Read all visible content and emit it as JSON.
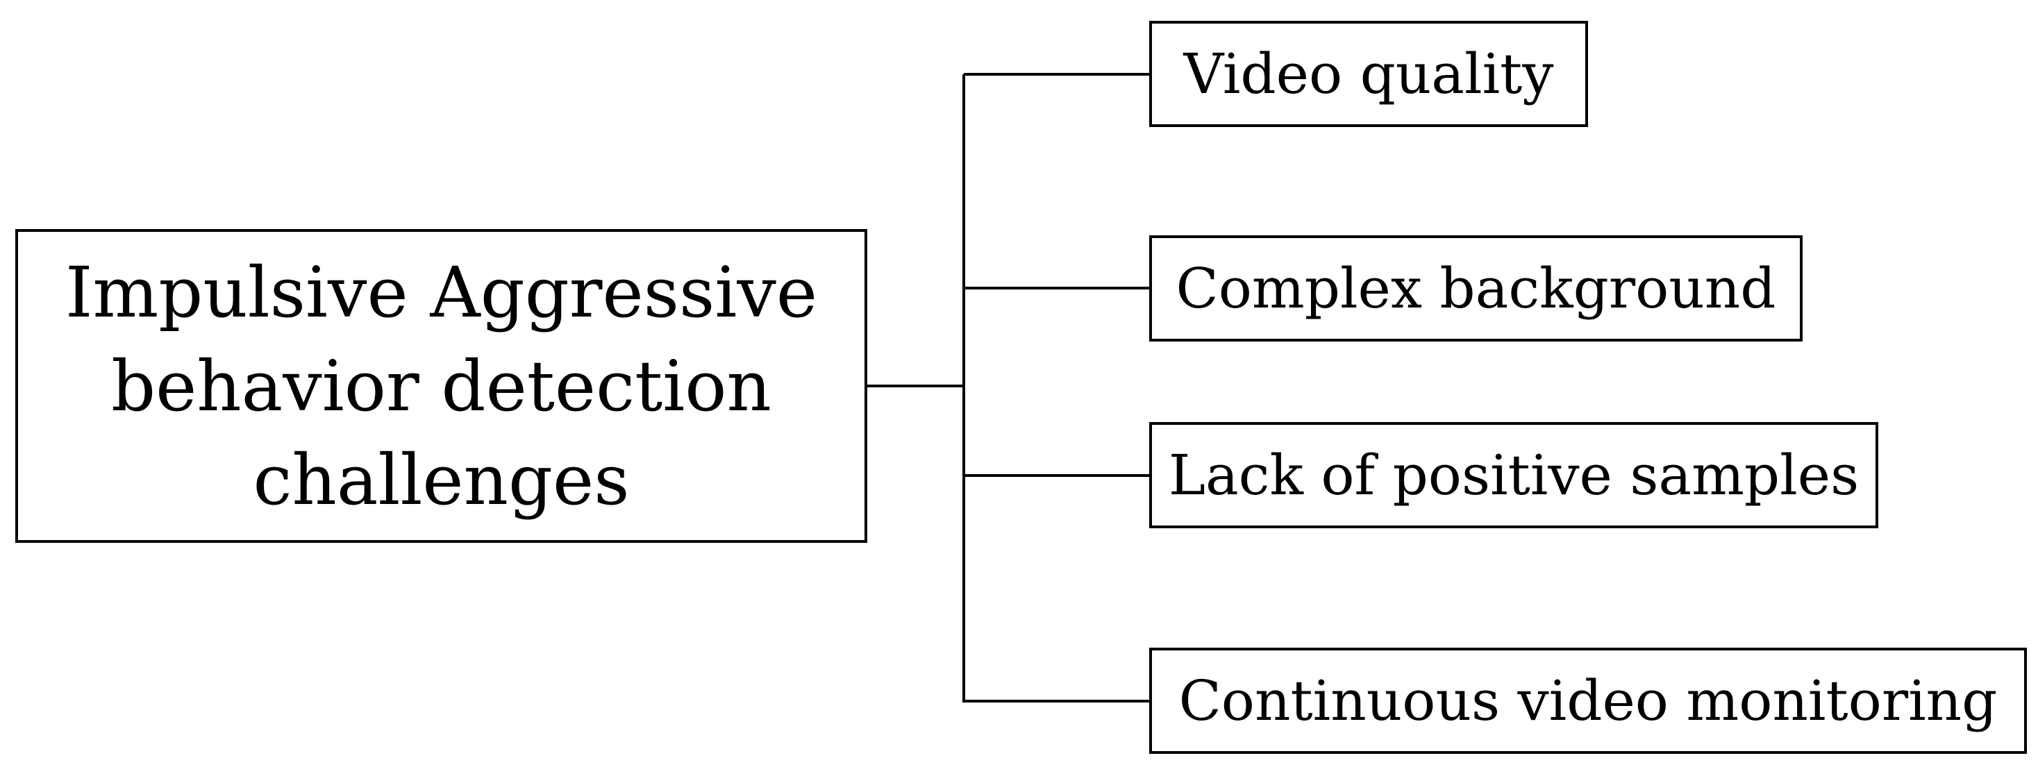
{
  "diagram": {
    "root": {
      "label": "Impulsive Aggressive\nbehavior detection\nchallenges"
    },
    "branches": [
      {
        "label": "Video quality"
      },
      {
        "label": "Complex background"
      },
      {
        "label": "Lack of positive samples"
      },
      {
        "label": "Continuous video monitoring"
      }
    ],
    "colors": {
      "line": "#000000",
      "box_border": "#000000",
      "background": "#ffffff"
    }
  }
}
